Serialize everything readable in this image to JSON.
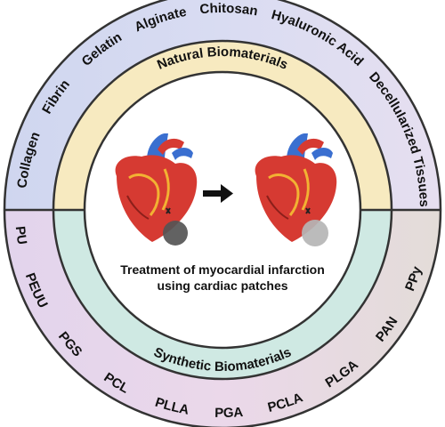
{
  "natural": {
    "title": "Natural Biomaterials",
    "items": [
      "Collagen",
      "Fibrin",
      "Gelatin",
      "Alginate",
      "Chitosan",
      "Hyaluronic Acid",
      "Decellularized Tissues"
    ]
  },
  "synthetic": {
    "title": "Synthetic Biomaterials",
    "items": [
      "PU",
      "PEUU",
      "PGS",
      "PCL",
      "PLLA",
      "PGA",
      "PCLA",
      "PLGA",
      "PAN",
      "PPy"
    ]
  },
  "center": {
    "line1": "Treatment of myocardial infarction",
    "line2": "using cardiac patches"
  },
  "colors": {
    "outer_top": "#cfd6ef",
    "outer_bottom": "#e8d8ea",
    "natural_band": "#f7eac0",
    "synthetic_band": "#cfe9e3",
    "heart_red": "#d63a32",
    "vessel_blue": "#3a6fd0",
    "infarct_dark": "#555555",
    "infarct_healed": "#b5b5b5",
    "arrow": "#111111"
  }
}
